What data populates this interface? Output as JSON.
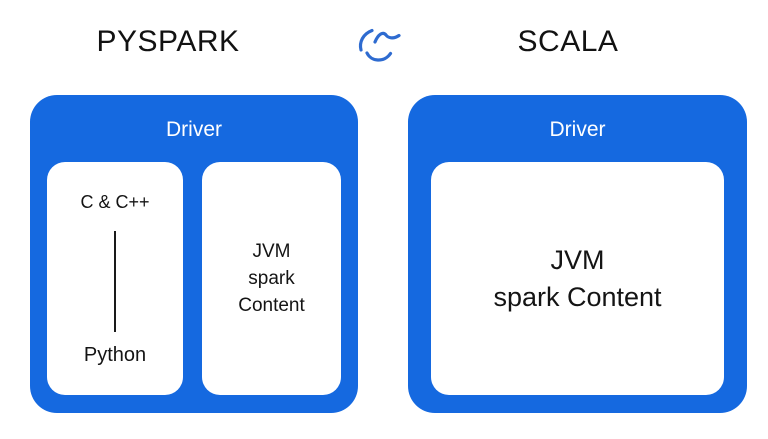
{
  "titles": {
    "left": "PYSPARK",
    "right": "SCALA"
  },
  "icon": {
    "name": "spark-swirl-icon",
    "color": "#2e6bd0"
  },
  "colors": {
    "panel_blue": "#1569e0",
    "icon_blue": "#2e6bd0",
    "driver_text": "#ffffff",
    "body_text": "#141414",
    "box_background": "#ffffff",
    "page_background": "#ffffff"
  },
  "panels": {
    "pyspark": {
      "driver_label": "Driver",
      "language_box": {
        "top_label": "C & C++",
        "bottom_label": "Python"
      },
      "jvm_box": {
        "lines": [
          "JVM",
          "spark",
          "Content"
        ]
      }
    },
    "scala": {
      "driver_label": "Driver",
      "jvm_box": {
        "lines": [
          "JVM",
          "spark Content"
        ]
      }
    }
  }
}
